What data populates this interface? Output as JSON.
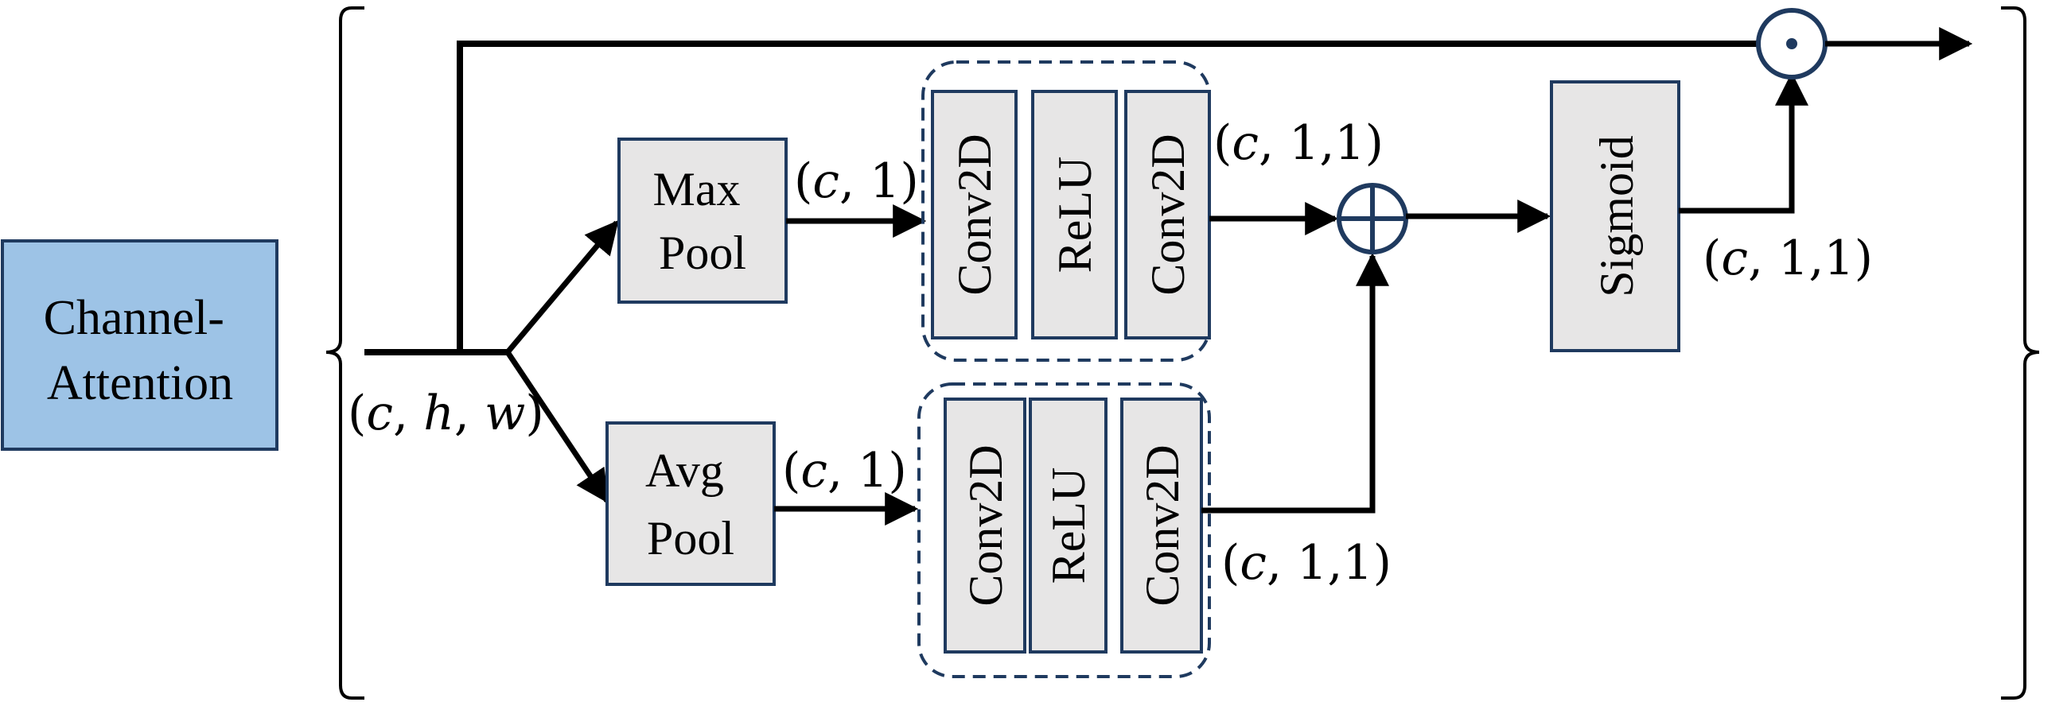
{
  "module": {
    "title_line1": "Channel-",
    "title_line2": "Attention",
    "title_fill": "#9dc3e6"
  },
  "blocks": {
    "max_pool": {
      "line1": "Max",
      "line2": "Pool"
    },
    "avg_pool": {
      "line1": "Avg",
      "line2": "Pool"
    },
    "conv2d": "Conv2D",
    "relu": "ReLU",
    "sigmoid": "Sigmoid",
    "block_fill": "#e7e6e6"
  },
  "operators": {
    "add": "element-wise-sum",
    "multiply": "element-wise-product"
  },
  "shapes": {
    "input": {
      "open": "(",
      "v1": "c",
      "sep1": ", ",
      "v2": "h",
      "sep2": ", ",
      "v3": "w",
      "close": ")"
    },
    "max_pooled": {
      "open": "(",
      "v1": "c",
      "rest": ", 1)"
    },
    "avg_pooled": {
      "open": "(",
      "v1": "c",
      "rest": ", 1)"
    },
    "max_branch_out": {
      "open": "(",
      "v1": "c",
      "rest": ", 1,1)"
    },
    "avg_branch_out": {
      "open": "(",
      "v1": "c",
      "rest": ", 1,1)"
    },
    "sigmoid_out": {
      "open": "(",
      "v1": "c",
      "rest": ", 1,1)"
    }
  },
  "colors": {
    "line": "#000000",
    "dashed_group": "#1f3a5f",
    "operator_stroke": "#1f3a5f"
  }
}
